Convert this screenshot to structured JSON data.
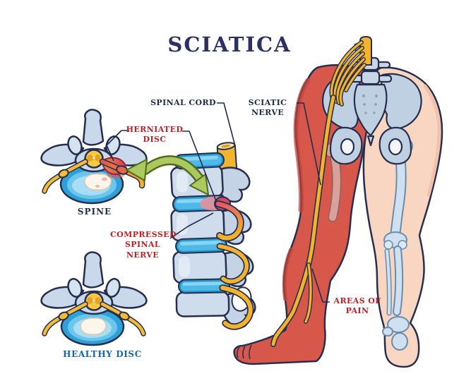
{
  "title": "SCIATICA",
  "labels": {
    "spinal_cord": "SPINAL CORD",
    "herniated_disc": "HERNIATED DISC",
    "sciatic_nerve": "SCIATIC NERVE",
    "compressed_spinal_nerve": "COMPRESSED SPINAL NERVE",
    "areas_of_pain": "AREAS OF PAIN",
    "spine": "SPINE",
    "healthy_disc": "HEALTHY DISC"
  },
  "colors": {
    "title_navy": "#2b3163",
    "label_navy": "#232c4e",
    "label_red": "#c01f26",
    "label_blue": "#1566ae",
    "outline_dark": "#262f4e",
    "bone_light": "#cfdcec",
    "bone_mid": "#c4d3e6",
    "disc_blue": "#2396cc",
    "disc_blue_light": "#4db9e8",
    "nerve_yellow": "#f4b32c",
    "herniation_red": "#d63b55",
    "pain_leg_red": "#d8574b",
    "skin_tone": "#f8d6c2",
    "skeleton_blue": "#cfe0f0",
    "arrow_green": "#abc95f"
  }
}
